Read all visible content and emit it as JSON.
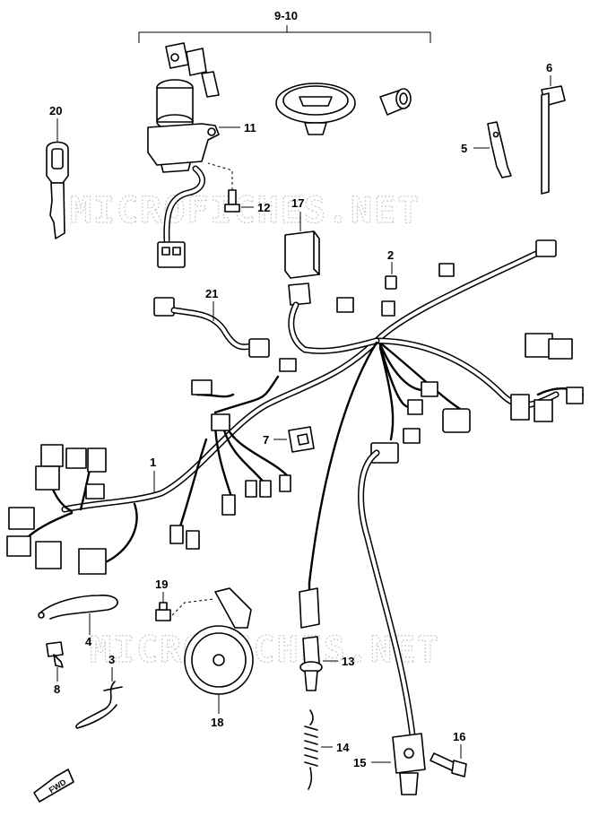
{
  "watermark": {
    "text": "MICROFICHES.NET"
  },
  "fwd_label": "FWD",
  "callouts": [
    {
      "id": "c-9-10",
      "label": "9-10"
    },
    {
      "id": "c-1",
      "label": "1"
    },
    {
      "id": "c-2",
      "label": "2"
    },
    {
      "id": "c-3",
      "label": "3"
    },
    {
      "id": "c-4",
      "label": "4"
    },
    {
      "id": "c-5",
      "label": "5"
    },
    {
      "id": "c-6",
      "label": "6"
    },
    {
      "id": "c-7",
      "label": "7"
    },
    {
      "id": "c-8",
      "label": "8"
    },
    {
      "id": "c-11",
      "label": "11"
    },
    {
      "id": "c-12",
      "label": "12"
    },
    {
      "id": "c-13",
      "label": "13"
    },
    {
      "id": "c-14",
      "label": "14"
    },
    {
      "id": "c-15",
      "label": "15"
    },
    {
      "id": "c-16",
      "label": "16"
    },
    {
      "id": "c-17",
      "label": "17"
    },
    {
      "id": "c-18",
      "label": "18"
    },
    {
      "id": "c-19",
      "label": "19"
    },
    {
      "id": "c-20",
      "label": "20"
    },
    {
      "id": "c-21",
      "label": "21"
    }
  ],
  "colors": {
    "line": "#000000",
    "background": "#ffffff",
    "watermark": "#c8c8c8"
  }
}
